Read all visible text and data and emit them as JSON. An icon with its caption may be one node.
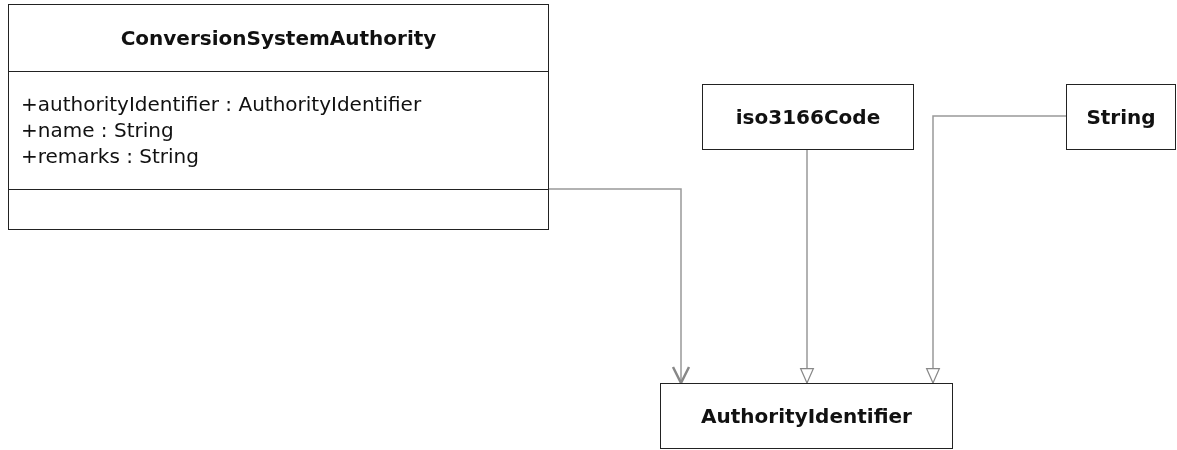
{
  "diagram": {
    "nodes": [
      {
        "text": [
          "ConversionSystemAuthority",
          "+authorityIdentifier : AuthorityIdentifier",
          "+name : String",
          "+remarks : String"
        ]
      },
      {
        "text": [
          "iso3166Code"
        ]
      },
      {
        "text": [
          "String"
        ]
      },
      {
        "text": [
          "AuthorityIdentifier"
        ]
      }
    ],
    "edges": [
      {
        "from": 0,
        "to": 3,
        "arrow": "to"
      },
      {
        "from": 1,
        "to": 3,
        "arrow": "to"
      },
      {
        "from": 2,
        "to": 3,
        "arrow": "to"
      }
    ]
  }
}
